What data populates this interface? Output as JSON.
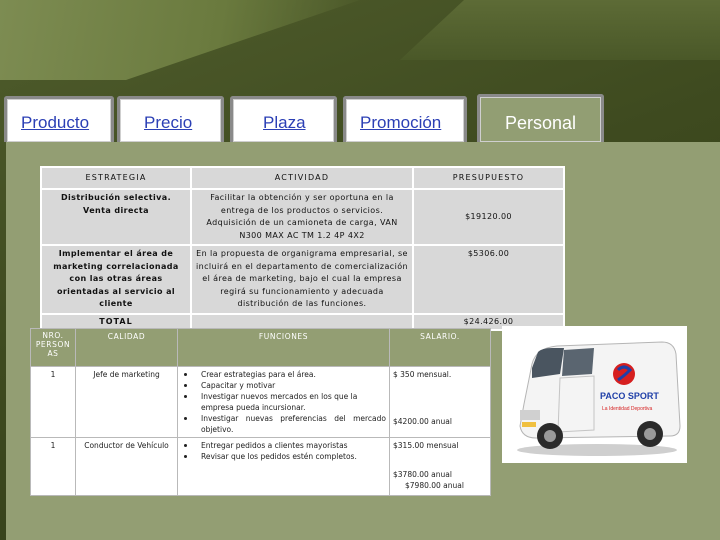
{
  "tabs": [
    {
      "label": "Producto"
    },
    {
      "label": "Precio"
    },
    {
      "label": "Plaza"
    },
    {
      "label": "Promoción"
    },
    {
      "label": "Personal"
    }
  ],
  "strategy_table": {
    "headers": [
      "ESTRATEGIA",
      "ACTIVIDAD",
      "PRESUPUESTO"
    ],
    "rows": [
      {
        "strategy": "Distribución selectiva. Venta directa",
        "activity": "Facilitar la obtención y ser oportuna en la entrega de los productos o servicios. Adquisición de un camioneta de carga, VAN N300 MAX AC TM 1.2 4P 4X2",
        "budget": "$19120.00"
      },
      {
        "strategy": "Implementar el área de marketing correlacionada con las otras áreas orientadas al servicio al cliente",
        "activity": "En la propuesta de organigrama empresarial, se incluirá en el departamento de comercialización el área de marketing, bajo el cual la empresa regirá su funcionamiento y adecuada distribución de las funciones.",
        "budget": "$5306.00"
      }
    ],
    "total_label": "TOTAL",
    "total_value": "$24.426.00"
  },
  "personnel_table": {
    "headers": [
      "NRO. PERSON AS",
      "CALIDAD",
      "FUNCIONES",
      "SALARIO."
    ],
    "rows": [
      {
        "count": "1",
        "role": "Jefe de marketing",
        "functions": [
          "Crear estrategias para el área.",
          "Capacitar y motivar",
          "Investigar nuevos mercados en los que la empresa pueda incursionar.",
          "Investigar nuevas preferencias del mercado objetivo."
        ],
        "salary_monthly": "$ 350 mensual.",
        "salary_annual": "$4200.00 anual"
      },
      {
        "count": "1",
        "role": "Conductor de Vehículo",
        "functions": [
          "Entregar pedidos a clientes mayoristas",
          "Revisar que los pedidos estén completos."
        ],
        "salary_monthly": "$315.00 mensual",
        "salary_annual": "$3780.00 anual"
      }
    ],
    "grand_total": "$7980.00 anual"
  },
  "van_image": {
    "logo_text": "PACO SPORT",
    "slogan": "La Identidad Deportiva",
    "colors": {
      "body": "#f4f4f4",
      "logo_red": "#d61f1f",
      "logo_blue": "#1f3fa8"
    }
  },
  "colors": {
    "background": "#3e4a1f",
    "panel": "#939e73",
    "tab_link": "#2b3fb5",
    "table_cell": "#d8d8d8"
  }
}
